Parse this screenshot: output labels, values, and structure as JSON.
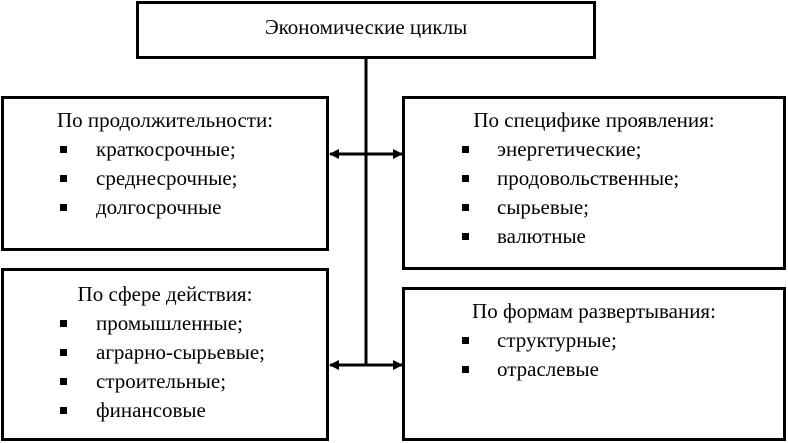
{
  "root": {
    "title": "Экономические циклы"
  },
  "categories": [
    {
      "title": "По продолжительности:",
      "items": [
        "краткосрочные;",
        "среднесрочные;",
        "долгосрочные"
      ]
    },
    {
      "title": "По специфике проявления:",
      "items": [
        "энергетические;",
        "продовольственные;",
        "сырьевые;",
        "валютные"
      ]
    },
    {
      "title": "По сфере действия:",
      "items": [
        "промышленные;",
        "аграрно-сырьевые;",
        "строительные;",
        "финансовые"
      ]
    },
    {
      "title": "По формам развертывания:",
      "items": [
        "структурные;",
        "отраслевые"
      ]
    }
  ]
}
